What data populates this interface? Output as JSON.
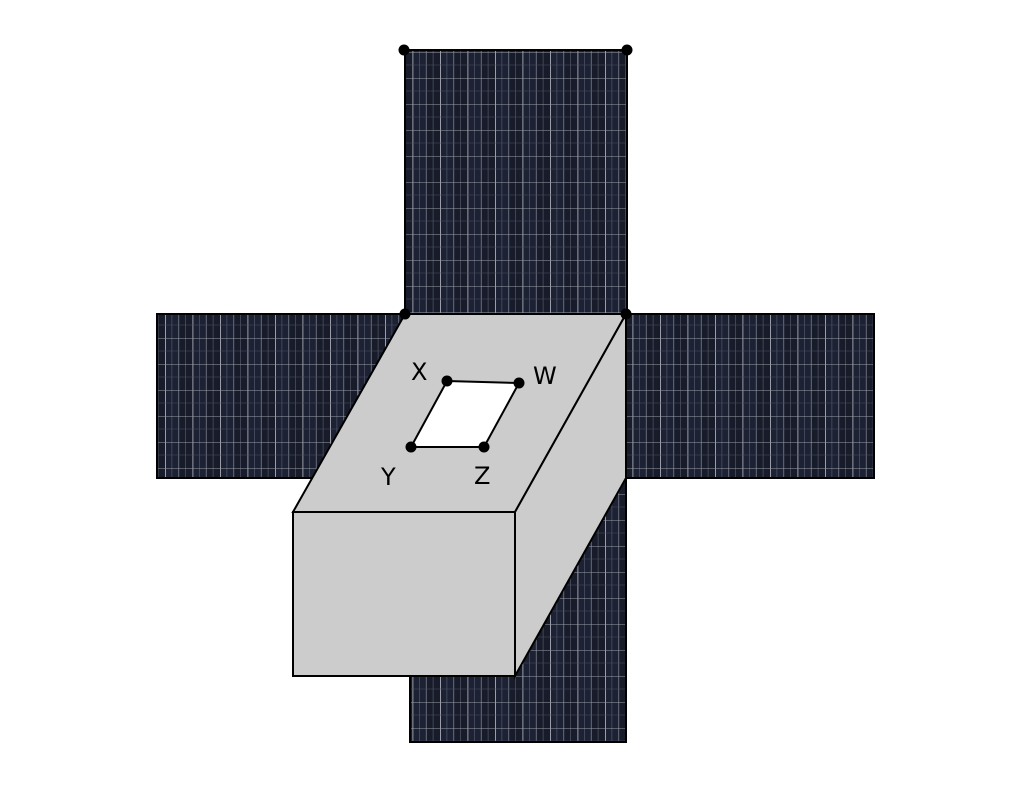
{
  "labels": {
    "X": "X",
    "W": "W",
    "Y": "Y",
    "Z": "Z"
  },
  "colors": {
    "panel_base": "#181c2a",
    "panel_grid_major": "#b9bcc6",
    "panel_grid_minor": "#5a5f70",
    "box_face": "#cccccc",
    "box_stroke": "#000000",
    "hole_fill": "#ffffff",
    "background": "#ffffff"
  }
}
